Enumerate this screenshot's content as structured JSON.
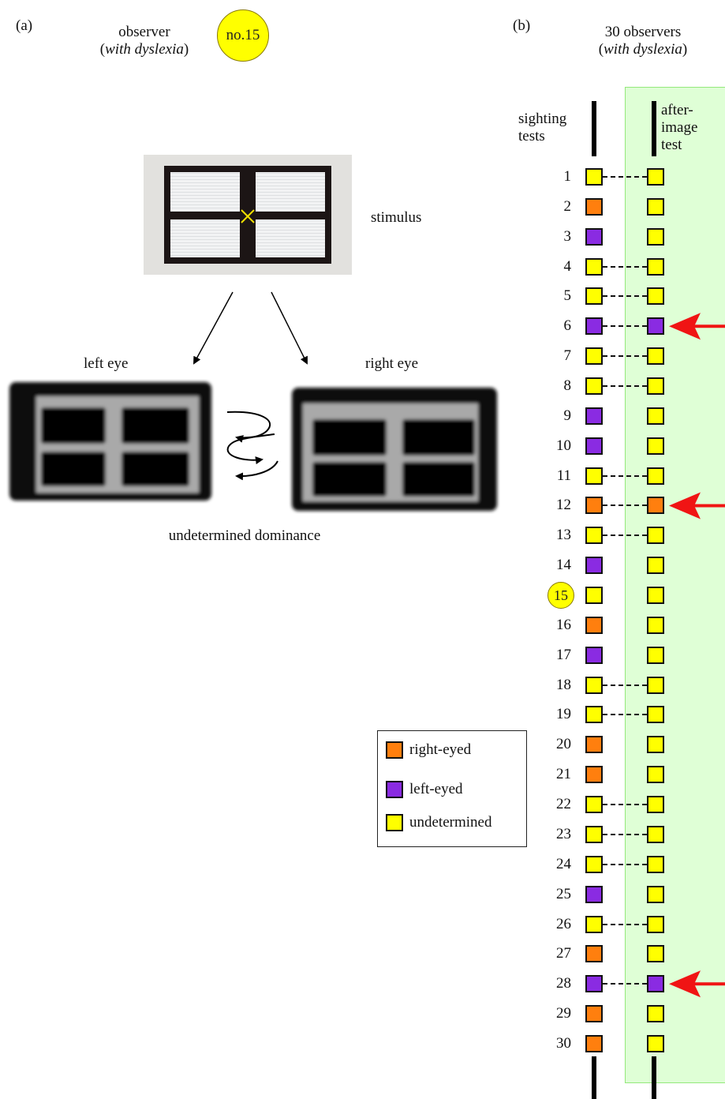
{
  "panel_a": {
    "label": "(a)",
    "observer_line1": "observer",
    "observer_line2_open": "(",
    "observer_line2_italic": "with dyslexia",
    "observer_line2_close": ")",
    "badge": "no.15",
    "stimulus_label": "stimulus",
    "left_eye_label": "left eye",
    "right_eye_label": "right eye",
    "caption": "undetermined dominance"
  },
  "panel_b": {
    "label": "(b)",
    "title_line1": "30 observers",
    "title_line2_open": "(",
    "title_line2_italic": "with dyslexia",
    "title_line2_close": ")",
    "col1_header": [
      "sighting",
      "tests"
    ],
    "col2_header": [
      "after-",
      "image",
      "test"
    ],
    "highlight_row_label": "15"
  },
  "legend": {
    "items": [
      {
        "label": "right-eyed",
        "color": "#ff7f0e"
      },
      {
        "label": "left-eyed",
        "color": "#8a2be2"
      },
      {
        "label": "undetermined",
        "color": "#ffff00"
      }
    ]
  },
  "colors": {
    "R": "#ff7f0e",
    "L": "#8a2be2",
    "U": "#ffff00",
    "arrow": "#f01414",
    "panel_bg": "#dfffd6"
  },
  "observers": [
    {
      "n": "1",
      "sighting": "U",
      "afterimage": "U",
      "match": true,
      "arrow": false
    },
    {
      "n": "2",
      "sighting": "R",
      "afterimage": "U",
      "match": false,
      "arrow": false
    },
    {
      "n": "3",
      "sighting": "L",
      "afterimage": "U",
      "match": false,
      "arrow": false
    },
    {
      "n": "4",
      "sighting": "U",
      "afterimage": "U",
      "match": true,
      "arrow": false
    },
    {
      "n": "5",
      "sighting": "U",
      "afterimage": "U",
      "match": true,
      "arrow": false
    },
    {
      "n": "6",
      "sighting": "L",
      "afterimage": "L",
      "match": true,
      "arrow": true
    },
    {
      "n": "7",
      "sighting": "U",
      "afterimage": "U",
      "match": true,
      "arrow": false
    },
    {
      "n": "8",
      "sighting": "U",
      "afterimage": "U",
      "match": true,
      "arrow": false
    },
    {
      "n": "9",
      "sighting": "L",
      "afterimage": "U",
      "match": false,
      "arrow": false
    },
    {
      "n": "10",
      "sighting": "L",
      "afterimage": "U",
      "match": false,
      "arrow": false
    },
    {
      "n": "11",
      "sighting": "U",
      "afterimage": "U",
      "match": true,
      "arrow": false
    },
    {
      "n": "12",
      "sighting": "R",
      "afterimage": "R",
      "match": true,
      "arrow": true
    },
    {
      "n": "13",
      "sighting": "U",
      "afterimage": "U",
      "match": true,
      "arrow": false
    },
    {
      "n": "14",
      "sighting": "L",
      "afterimage": "U",
      "match": false,
      "arrow": false
    },
    {
      "n": "15",
      "sighting": "U",
      "afterimage": "U",
      "match": false,
      "arrow": false
    },
    {
      "n": "16",
      "sighting": "R",
      "afterimage": "U",
      "match": false,
      "arrow": false
    },
    {
      "n": "17",
      "sighting": "L",
      "afterimage": "U",
      "match": false,
      "arrow": false
    },
    {
      "n": "18",
      "sighting": "U",
      "afterimage": "U",
      "match": true,
      "arrow": false
    },
    {
      "n": "19",
      "sighting": "U",
      "afterimage": "U",
      "match": true,
      "arrow": false
    },
    {
      "n": "20",
      "sighting": "R",
      "afterimage": "U",
      "match": false,
      "arrow": false
    },
    {
      "n": "21",
      "sighting": "R",
      "afterimage": "U",
      "match": false,
      "arrow": false
    },
    {
      "n": "22",
      "sighting": "U",
      "afterimage": "U",
      "match": true,
      "arrow": false
    },
    {
      "n": "23",
      "sighting": "U",
      "afterimage": "U",
      "match": true,
      "arrow": false
    },
    {
      "n": "24",
      "sighting": "U",
      "afterimage": "U",
      "match": true,
      "arrow": false
    },
    {
      "n": "25",
      "sighting": "L",
      "afterimage": "U",
      "match": false,
      "arrow": false
    },
    {
      "n": "26",
      "sighting": "U",
      "afterimage": "U",
      "match": true,
      "arrow": false
    },
    {
      "n": "27",
      "sighting": "R",
      "afterimage": "U",
      "match": false,
      "arrow": false
    },
    {
      "n": "28",
      "sighting": "L",
      "afterimage": "L",
      "match": true,
      "arrow": true
    },
    {
      "n": "29",
      "sighting": "R",
      "afterimage": "U",
      "match": false,
      "arrow": false
    },
    {
      "n": "30",
      "sighting": "R",
      "afterimage": "U",
      "match": false,
      "arrow": false
    }
  ]
}
